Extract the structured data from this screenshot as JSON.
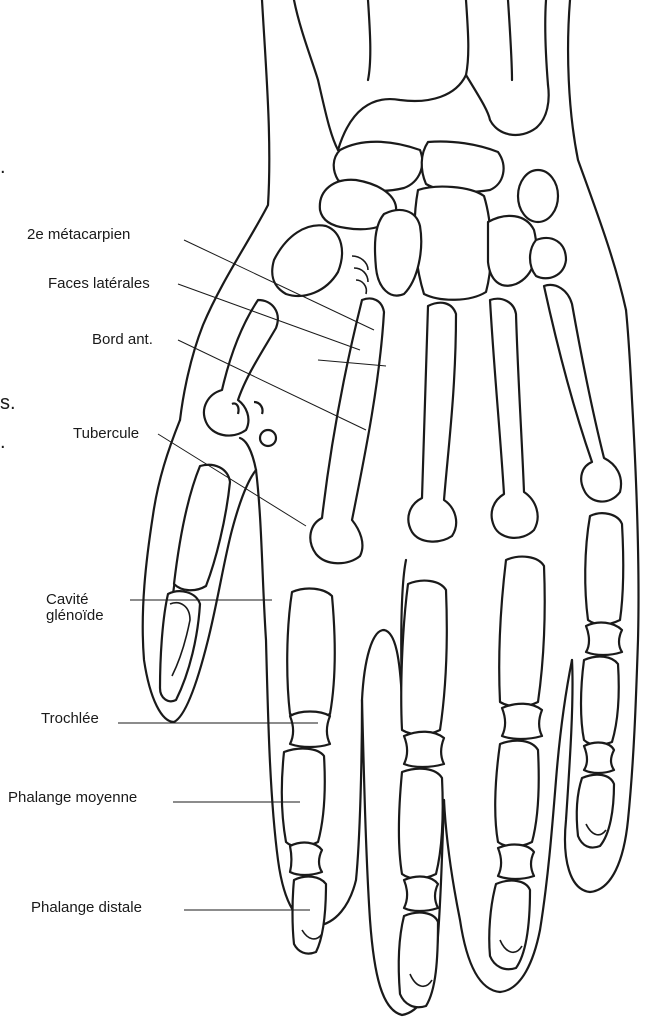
{
  "labels": {
    "metacarpal_2": "2e métacarpien",
    "lateral_faces": "Faces latérales",
    "anterior_border": "Bord ant.",
    "tubercle": "Tubercule",
    "glenoid_cavity_line1": "Cavité",
    "glenoid_cavity_line2": "glénoïde",
    "trochlea": "Trochlée",
    "middle_phalanx": "Phalange moyenne",
    "distal_phalanx": "Phalange distale"
  },
  "edge_fragments": {
    "top": ".",
    "middle": "s.",
    "lower": "."
  },
  "colors": {
    "ink": "#1a1a1a",
    "background": "#ffffff"
  }
}
